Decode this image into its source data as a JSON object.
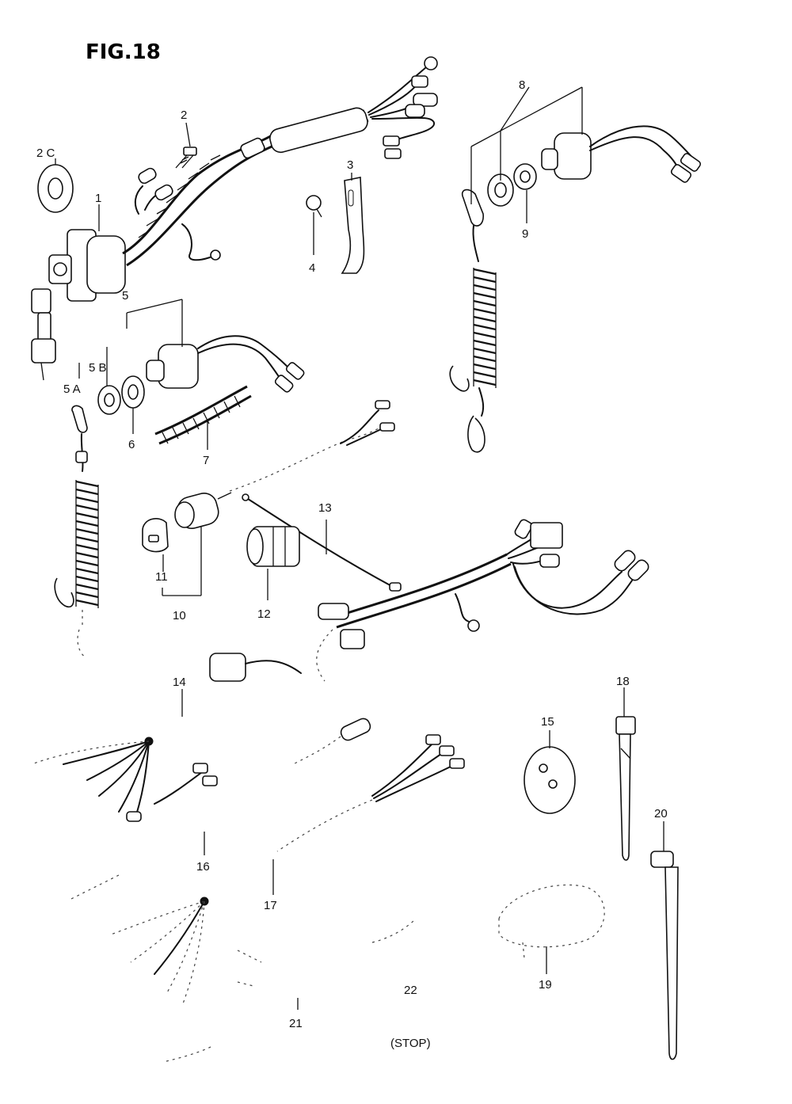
{
  "title": "FIG.18",
  "callouts": {
    "c1": "1",
    "c2": "2",
    "c2c": "2 C",
    "c3": "3",
    "c4": "4",
    "c5": "5",
    "c5a": "5 A",
    "c5b": "5 B",
    "c6": "6",
    "c7": "7",
    "c8": "8",
    "c9": "9",
    "c10": "10",
    "c11": "11",
    "c12": "12",
    "c13": "13",
    "c14": "14",
    "c15": "15",
    "c16": "16",
    "c17": "17",
    "c18": "18",
    "c19": "19",
    "c20": "20",
    "c21": "21",
    "c22": "22",
    "stop": "(STOP)"
  }
}
